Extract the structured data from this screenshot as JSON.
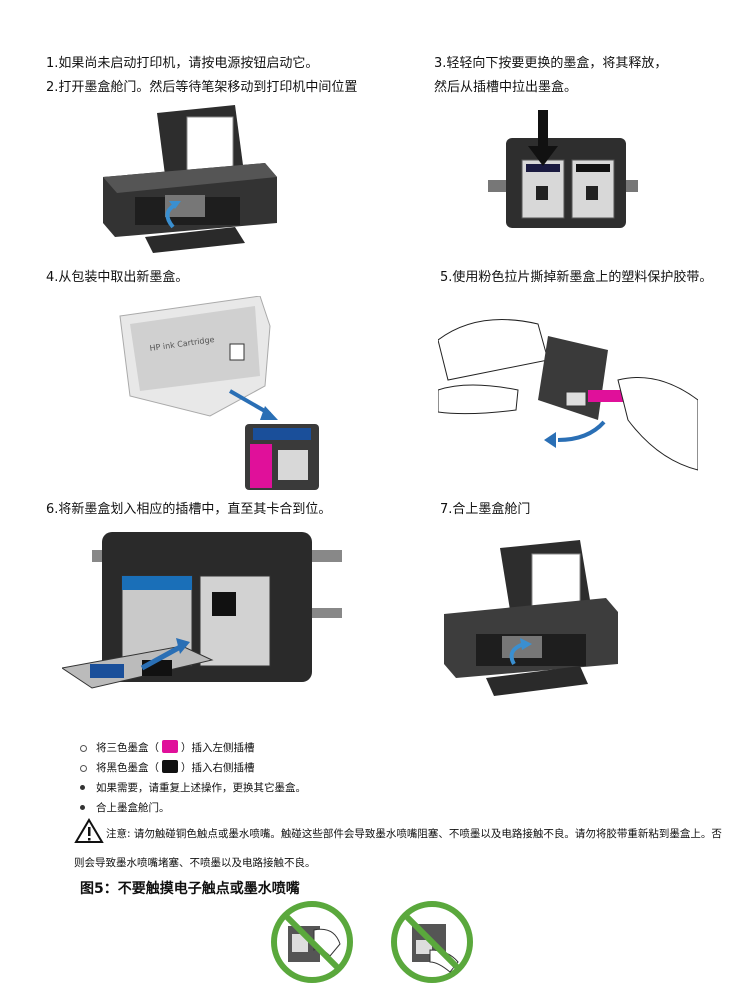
{
  "steps": {
    "s1": "1.如果尚未启动打印机，请按电源按钮启动它。",
    "s2": "2.打开墨盒舱门。然后等待笔架移动到打印机中间位置",
    "s3a": "3.轻轻向下按要更换的墨盒，将其释放，",
    "s3b": "然后从插槽中拉出墨盒。",
    "s4": "4.从包装中取出新墨盒。",
    "s5": "5.使用粉色拉片撕掉新墨盒上的塑料保护胶带。",
    "s6": "6.将新墨盒划入相应的插槽中，直至其卡合到位。",
    "s7": "7.合上墨盒舱门"
  },
  "package_text": "HP ink Cartridge",
  "bullets": [
    {
      "before": "将三色墨盒（",
      "after": "）插入左侧插槽"
    },
    {
      "before": "将黑色墨盒（",
      "after": "）插入右侧插槽"
    },
    {
      "text": "如果需要，请重复上述操作，更换其它墨盒。"
    },
    {
      "text": "合上墨盒舱门。"
    }
  ],
  "note": "注意: 请勿触碰铜色触点或墨水喷嘴。触碰这些部件会导致墨水喷嘴阻塞、不喷墨以及电路接触不良。请勿将胶带重新粘到墨盒上。否则会导致墨水喷嘴堵塞、不喷墨以及电路接触不良。",
  "figure_title": "图5：不要触摸电子触点或墨水喷嘴",
  "colors": {
    "magenta": "#e0109a",
    "blue": "#1a6fb8",
    "green": "#5aa83c",
    "printer": "#3a3a3a"
  }
}
